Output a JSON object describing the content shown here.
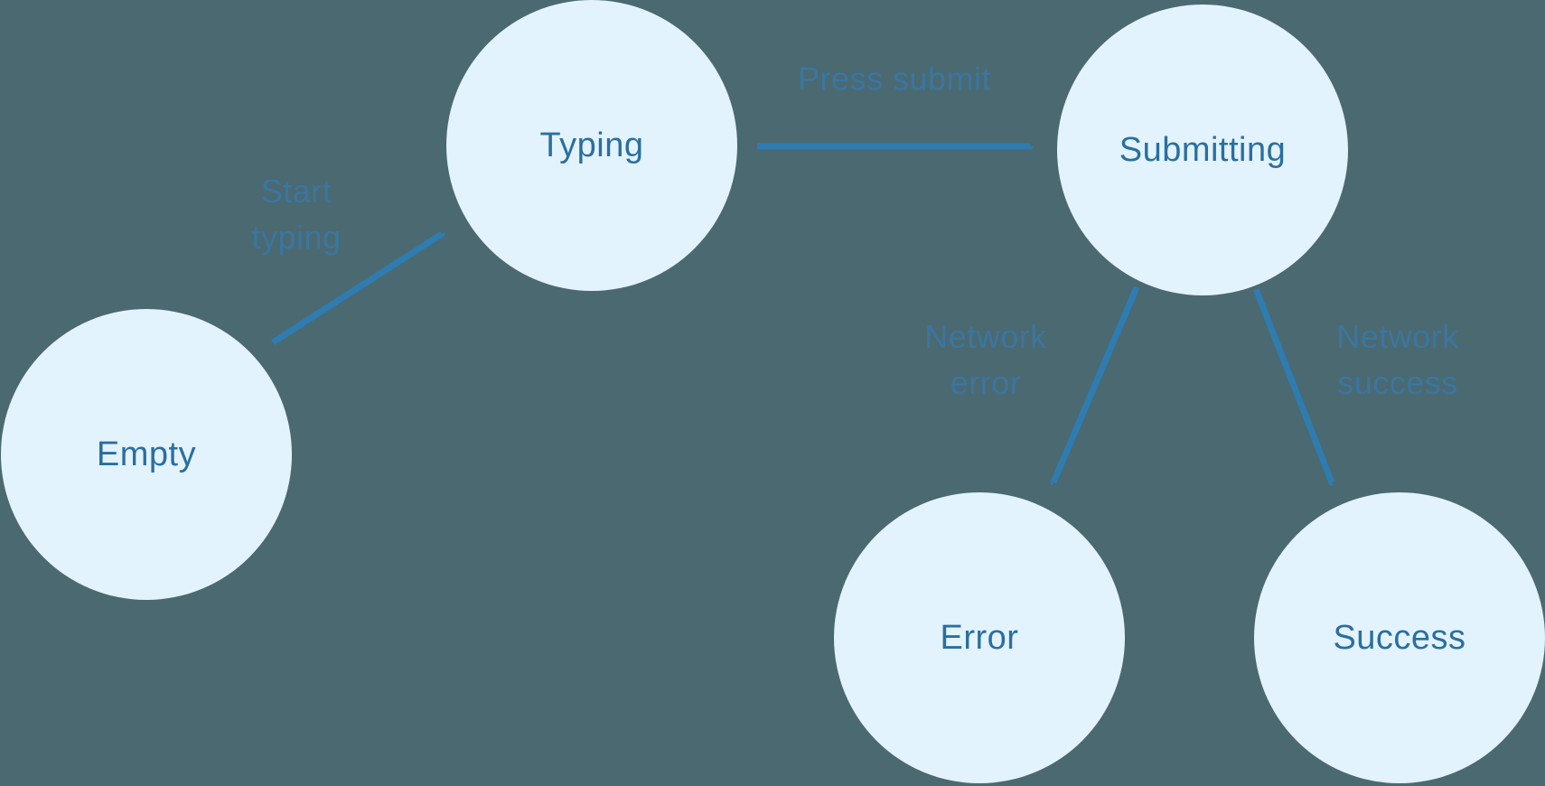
{
  "colors": {
    "background": "#4b6971",
    "node_fill": "#e3f3fd",
    "node_text": "#2a6f9f",
    "arrow": "#2e7cb0",
    "edge_label": "#3a76a0"
  },
  "diagram": {
    "type": "state-machine",
    "nodes": [
      {
        "id": "empty",
        "label": "Empty"
      },
      {
        "id": "typing",
        "label": "Typing"
      },
      {
        "id": "submitting",
        "label": "Submitting"
      },
      {
        "id": "error",
        "label": "Error"
      },
      {
        "id": "success",
        "label": "Success"
      }
    ],
    "edges": [
      {
        "from": "empty",
        "to": "typing",
        "label": "Start typing",
        "label_lines": [
          "Start",
          "typing"
        ]
      },
      {
        "from": "typing",
        "to": "submitting",
        "label": "Press submit",
        "label_lines": [
          "Press submit"
        ]
      },
      {
        "from": "submitting",
        "to": "error",
        "label": "Network error",
        "label_lines": [
          "Network",
          "error"
        ]
      },
      {
        "from": "submitting",
        "to": "success",
        "label": "Network success",
        "label_lines": [
          "Network",
          "success"
        ]
      }
    ]
  }
}
